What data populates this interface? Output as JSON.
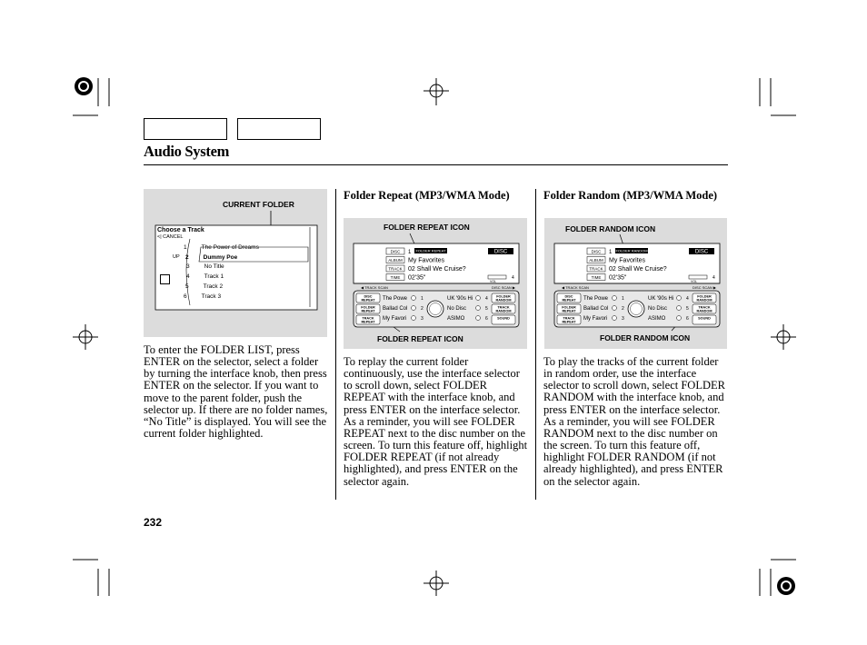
{
  "header": {
    "section_title": "Audio System"
  },
  "page_number": "232",
  "left_column": {
    "figure": {
      "callout": "CURRENT FOLDER",
      "screen_title": "Choose a Track",
      "cancel_label": "CANCEL",
      "up_label": "UP",
      "list": [
        {
          "num": "1",
          "label": "The Power of Dreams"
        },
        {
          "num": "2",
          "label": "Dummy Poe"
        },
        {
          "num": "3",
          "label": "No Title"
        },
        {
          "num": "4",
          "label": "Track 1"
        },
        {
          "num": "5",
          "label": "Track 2"
        },
        {
          "num": "6",
          "label": "Track 3"
        }
      ]
    },
    "body": "To enter the FOLDER LIST, press ENTER on the selector, select a folder by turning the interface knob, then press ENTER on the selector. If you want to move to the parent folder, push the selector up. If there are no folder names, “No Title” is displayed. You will see the current folder highlighted."
  },
  "middle_column": {
    "heading": "Folder Repeat (MP3/WMA Mode)",
    "callout_top": "FOLDER REPEAT ICON",
    "callout_bottom": "FOLDER REPEAT ICON",
    "indicator_label": "FOLDER REPEAT",
    "body": "To replay the current folder continuously, use the interface selector to scroll down, select FOLDER REPEAT with the interface knob, and press ENTER on the interface selector. As a reminder, you will see FOLDER REPEAT next to the disc number on the screen. To turn this feature off, highlight FOLDER REPEAT (if not already highlighted), and press ENTER on the selector again."
  },
  "right_column": {
    "heading": "Folder Random (MP3/WMA Mode)",
    "callout_top": "FOLDER RANDOM ICON",
    "callout_bottom": "FOLDER RANDOM ICON",
    "indicator_label": "FOLDER RANDOM",
    "body": "To play the tracks of the current folder in random order, use the interface selector to scroll down, select FOLDER RANDOM with the interface knob, and press ENTER on the interface selector. As a reminder, you will see FOLDER RANDOM next to the disc number on the screen. To turn this feature off, highlight FOLDER RANDOM (if not already highlighted), and press ENTER on the selector again."
  },
  "audio_screen": {
    "disc_tag": "DISC",
    "album_tag": "ALBUM",
    "track_tag": "TRACK",
    "time_tag": "TIME",
    "disc_number": "1",
    "album_name": "My Favorites",
    "track_name": "02 Shall We Cruise?",
    "time_value": "02'35\"",
    "disc_badge": "DISC",
    "vol_label": "VOL",
    "vol_level": "4",
    "track_scan": "TRACK SCAN",
    "disc_scan": "DISC SCAN",
    "left_buttons": [
      "DISC REPEAT",
      "FOLDER REPEAT",
      "TRACK REPEAT"
    ],
    "right_buttons": [
      "FOLDER RANDOM",
      "TRACK RANDOM",
      "SOUND"
    ],
    "presets": [
      {
        "num": "1",
        "label": "The Powe"
      },
      {
        "num": "2",
        "label": "Ballad Col"
      },
      {
        "num": "3",
        "label": "My Favori"
      },
      {
        "num": "4",
        "label": "UK '90s Hi"
      },
      {
        "num": "5",
        "label": "No Disc"
      },
      {
        "num": "6",
        "label": "ASIMO"
      }
    ]
  }
}
